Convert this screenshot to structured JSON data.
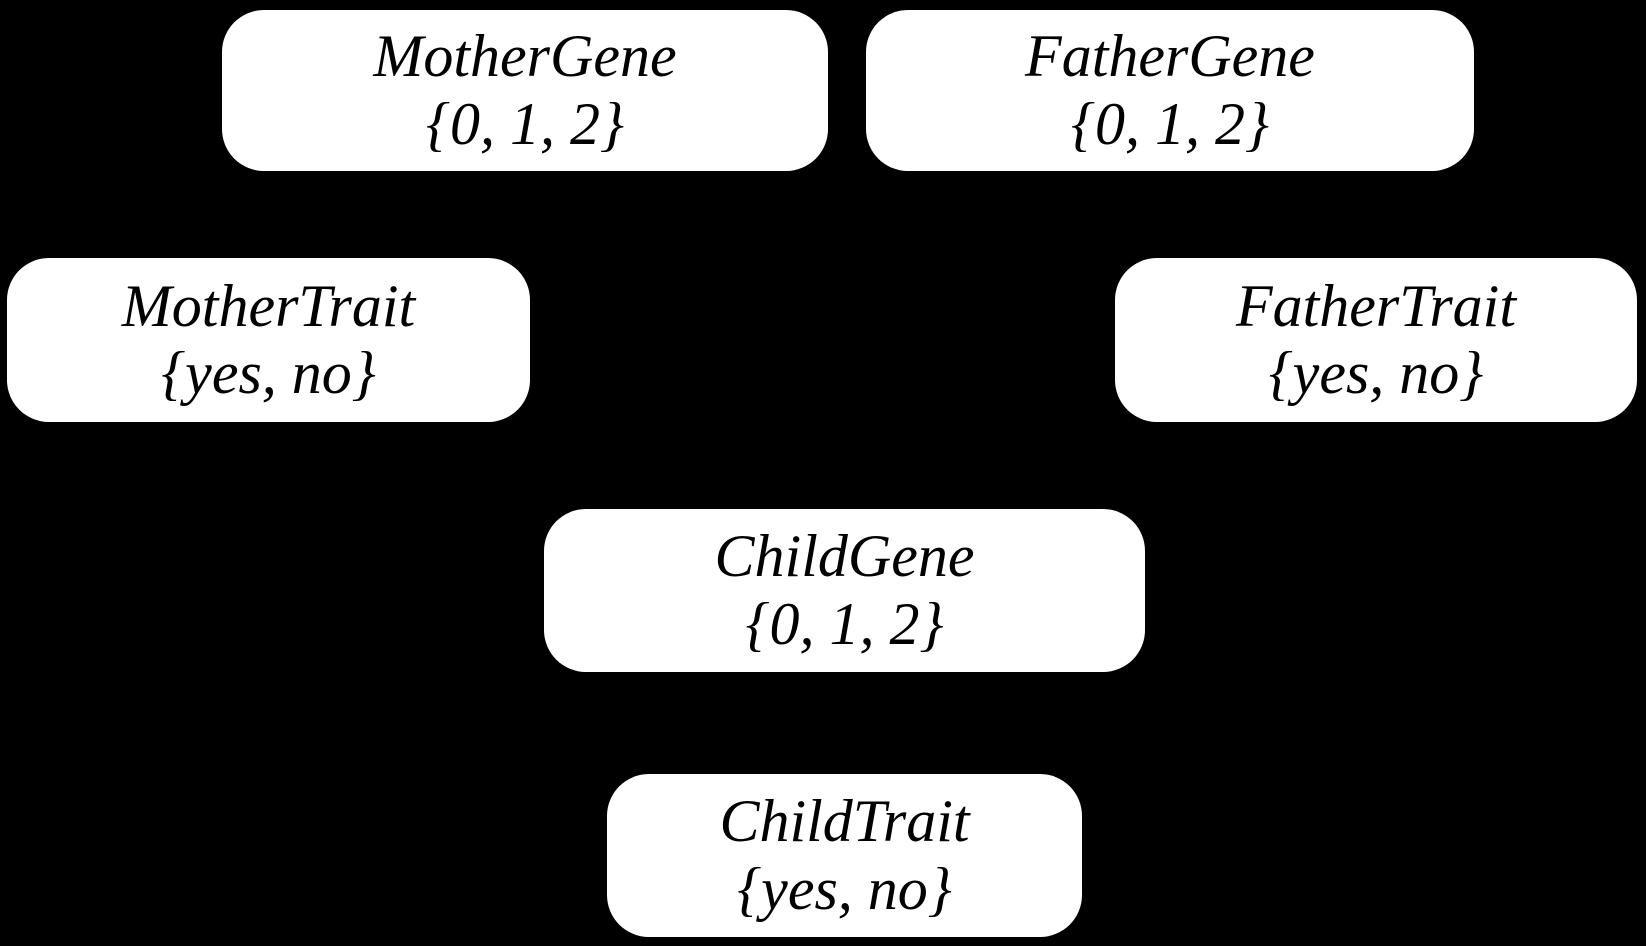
{
  "diagram": {
    "type": "bayesian-network",
    "background_color": "#000000",
    "node_fill_color": "#ffffff",
    "node_text_color": "#000000",
    "edges_visible": false
  },
  "nodes": [
    {
      "id": "mother-gene",
      "label": "MotherGene",
      "domain": "{0, 1, 2}"
    },
    {
      "id": "father-gene",
      "label": "FatherGene",
      "domain": "{0, 1, 2}"
    },
    {
      "id": "mother-trait",
      "label": "MotherTrait",
      "domain": "{yes, no}"
    },
    {
      "id": "father-trait",
      "label": "FatherTrait",
      "domain": "{yes, no}"
    },
    {
      "id": "child-gene",
      "label": "ChildGene",
      "domain": "{0, 1, 2}"
    },
    {
      "id": "child-trait",
      "label": "ChildTrait",
      "domain": "{yes, no}"
    }
  ]
}
